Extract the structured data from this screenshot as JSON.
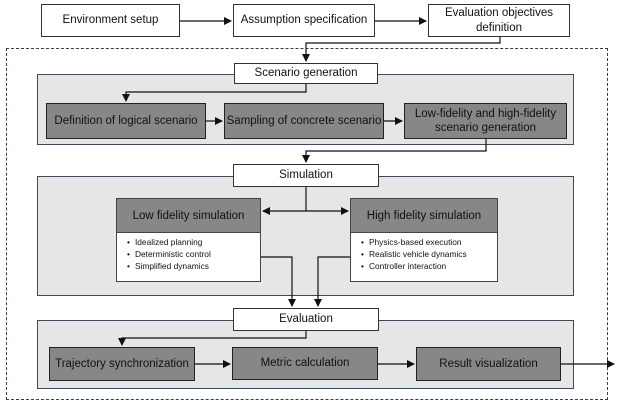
{
  "top_row": {
    "environment_setup": "Environment setup",
    "assumption_specification": "Assumption specification",
    "evaluation_objectives": "Evaluation objectives definition"
  },
  "scenario_generation": {
    "title": "Scenario generation",
    "steps": [
      "Definition of logical scenario",
      "Sampling of concrete scenario",
      "Low-fidelity and high-fidelity scenario generation"
    ]
  },
  "simulation": {
    "title": "Simulation",
    "low": {
      "title": "Low fidelity simulation",
      "items": [
        "Idealized planning",
        "Deterministic control",
        "Simplified dynamics"
      ]
    },
    "high": {
      "title": "High fidelity simulation",
      "items": [
        "Physics-based execution",
        "Realistic vehicle dynamics",
        "Controller interaction"
      ]
    }
  },
  "evaluation": {
    "title": "Evaluation",
    "steps": [
      "Trajectory synchronization",
      "Metric calculation",
      "Result visualization"
    ]
  }
}
